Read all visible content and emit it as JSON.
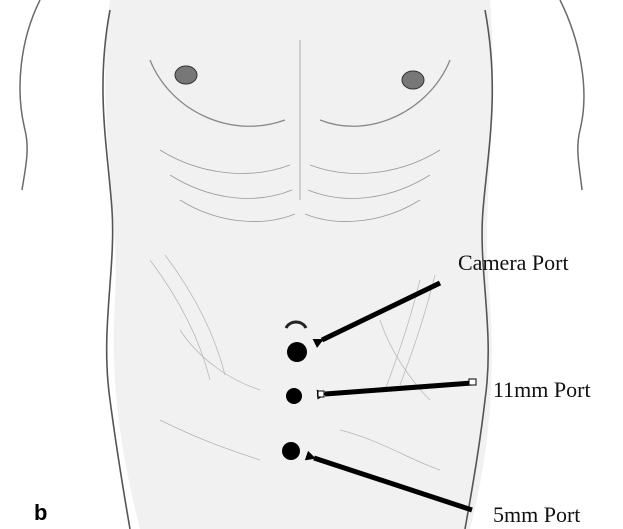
{
  "panel_letter": "b",
  "labels": {
    "camera_port": "Camera Port",
    "port_11mm": "11mm Port",
    "port_5mm": "5mm Port"
  },
  "colors": {
    "ink": "#000000",
    "sketch": "#6b6b6b",
    "shade": "#c9c9c9",
    "background": "#ffffff"
  }
}
